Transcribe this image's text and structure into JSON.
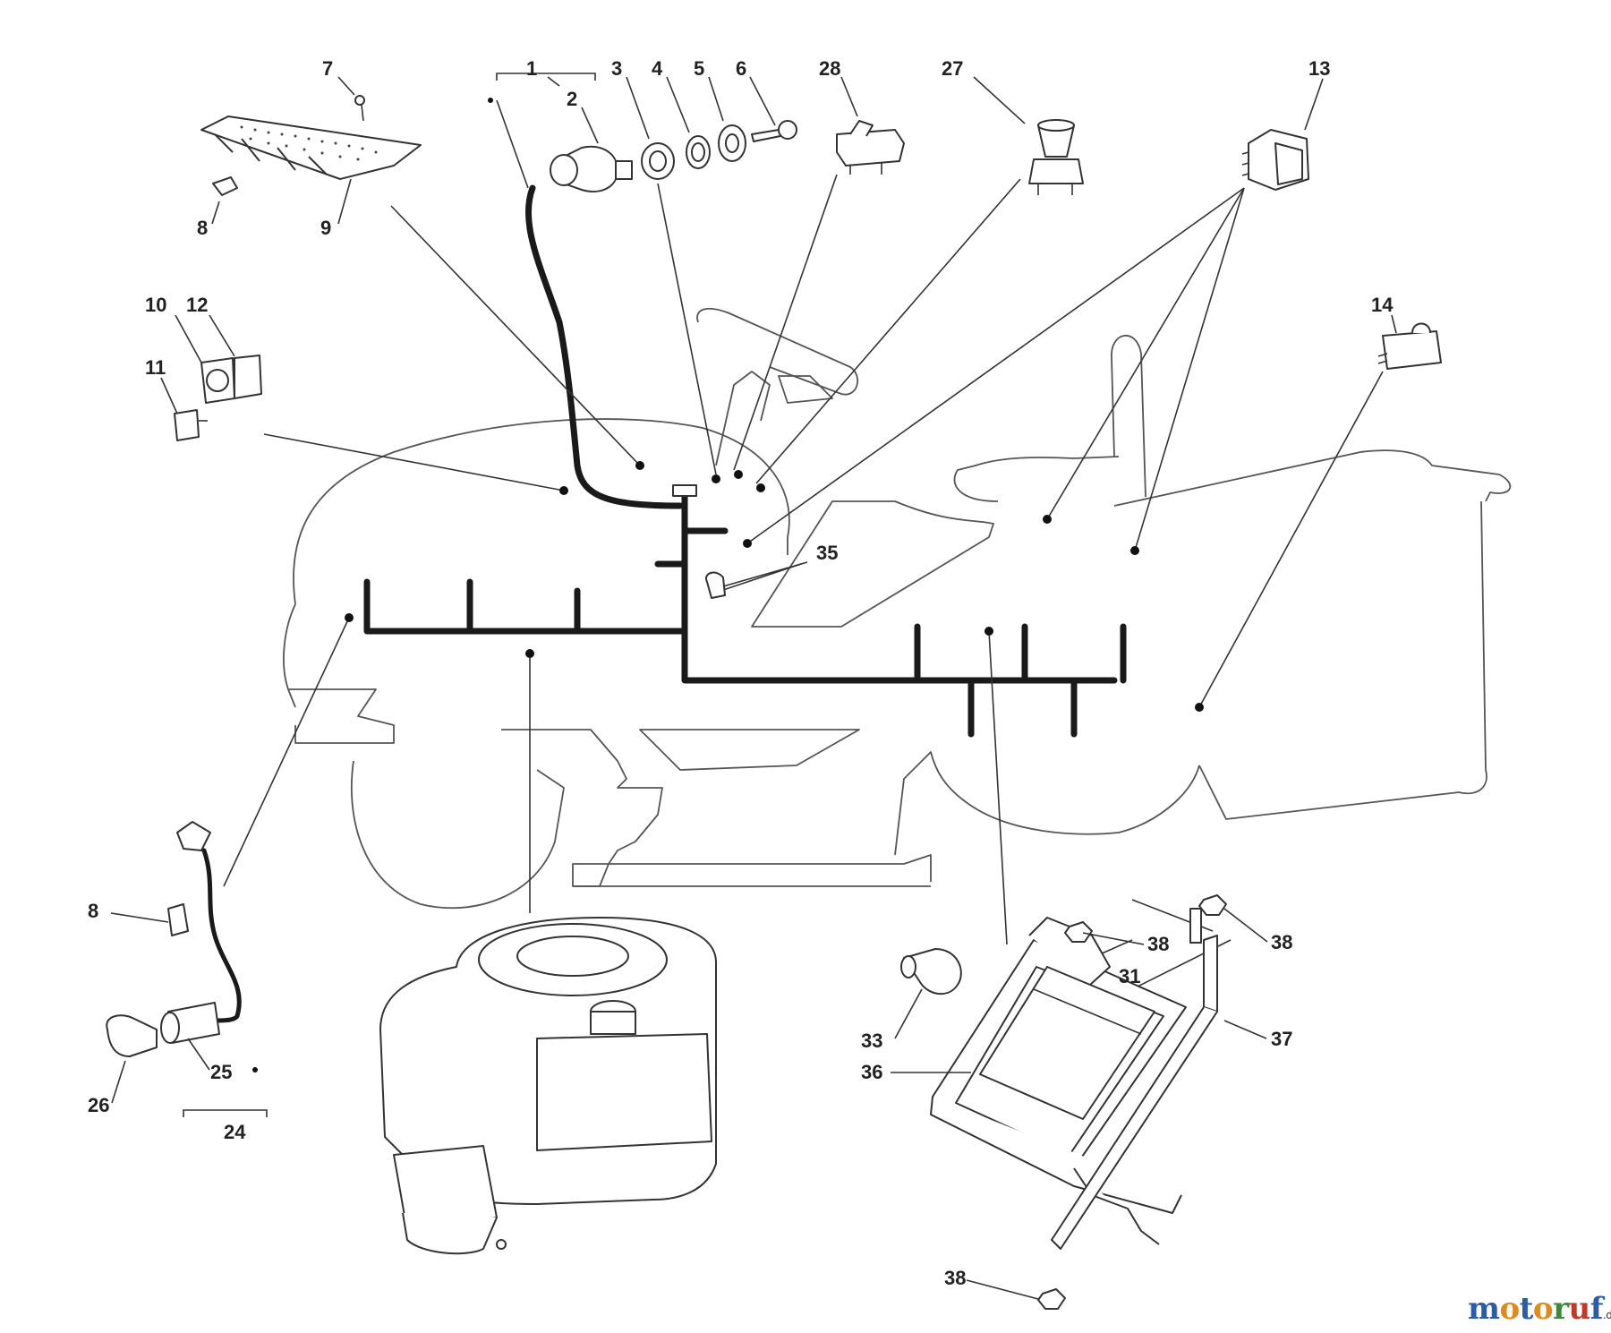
{
  "labels": {
    "l1": "1",
    "l2": "2",
    "l3": "3",
    "l4": "4",
    "l5": "5",
    "l6": "6",
    "l7": "7",
    "l8a": "8",
    "l8b": "8",
    "l9": "9",
    "l10": "10",
    "l11": "11",
    "l12": "12",
    "l13": "13",
    "l14": "14",
    "l24": "24",
    "l25": "25",
    "l26": "26",
    "l27": "27",
    "l28": "28",
    "l31": "31",
    "l33": "33",
    "l35": "35",
    "l36": "36",
    "l37": "37",
    "l38a": "38",
    "l38b": "38",
    "l38c": "38"
  },
  "brand": {
    "p1": "m",
    "p2": "o",
    "p3": "t",
    "p4": "o",
    "p5": "r",
    "p6": "u",
    "p7": "f",
    "tld": ".de"
  },
  "colors": {
    "outline": "#555555",
    "harness": "#1a1a1a",
    "labels": "#222222"
  }
}
